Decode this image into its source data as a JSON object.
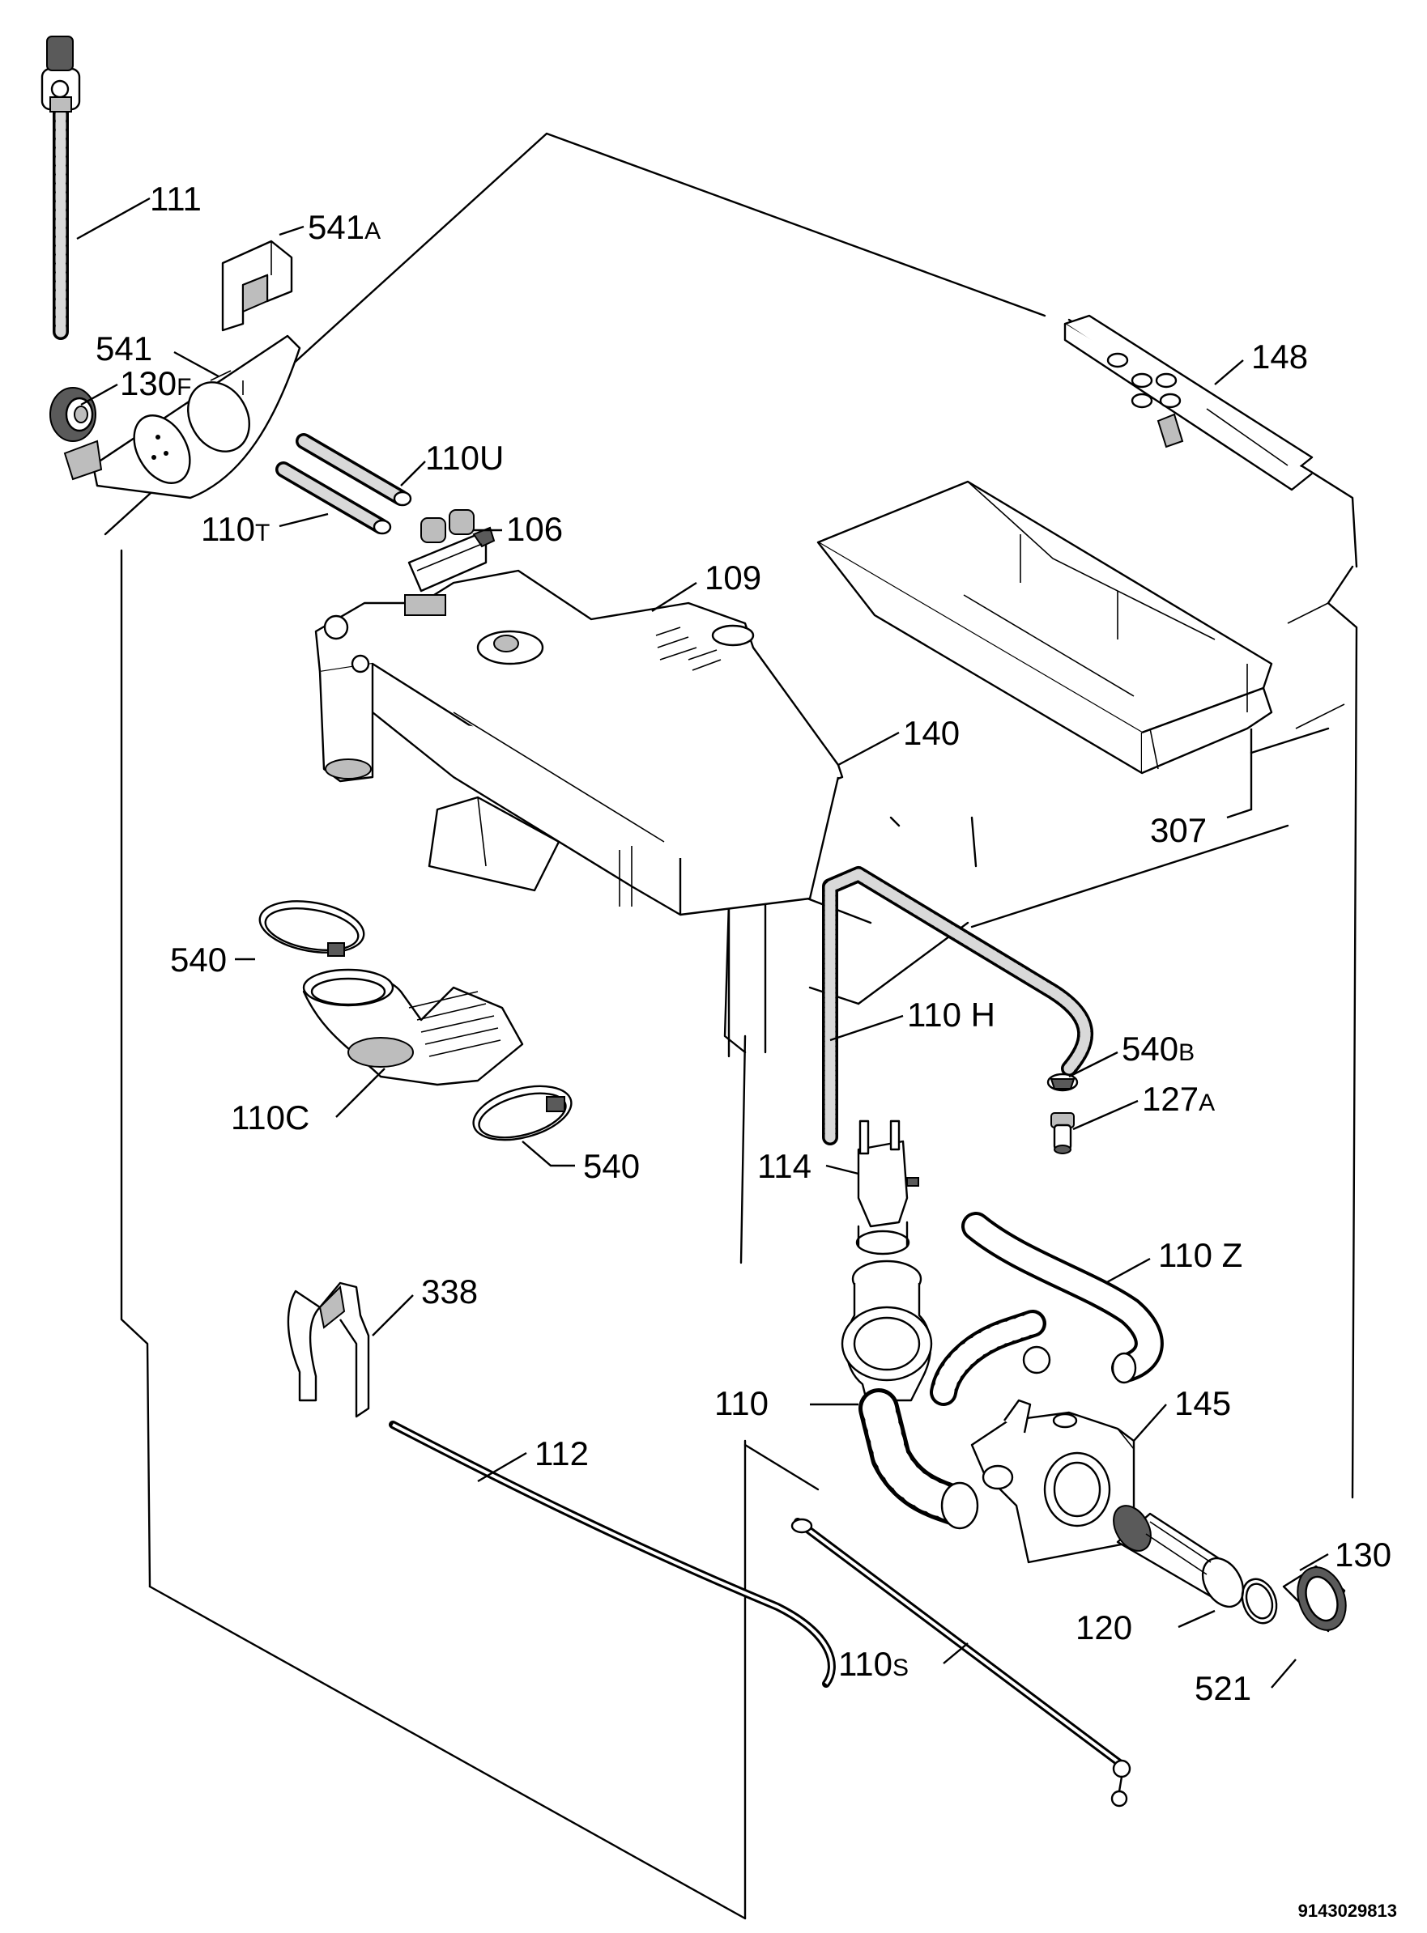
{
  "document_number": "9143029813",
  "callouts": [
    {
      "id": "111",
      "main": "111",
      "sub": ""
    },
    {
      "id": "541A",
      "main": "541",
      "sub": "A"
    },
    {
      "id": "541",
      "main": "541",
      "sub": ""
    },
    {
      "id": "130F",
      "main": "130",
      "sub": "F"
    },
    {
      "id": "110U",
      "main": "110U",
      "sub": ""
    },
    {
      "id": "110T",
      "main": "110",
      "sub": "T"
    },
    {
      "id": "106",
      "main": "106",
      "sub": ""
    },
    {
      "id": "109",
      "main": "109",
      "sub": ""
    },
    {
      "id": "148",
      "main": "148",
      "sub": ""
    },
    {
      "id": "140",
      "main": "140",
      "sub": ""
    },
    {
      "id": "307",
      "main": "307",
      "sub": ""
    },
    {
      "id": "540a",
      "main": "540",
      "sub": ""
    },
    {
      "id": "110H",
      "main": "110 H",
      "sub": ""
    },
    {
      "id": "540B",
      "main": "540",
      "sub": "B"
    },
    {
      "id": "127A",
      "main": "127",
      "sub": "A"
    },
    {
      "id": "110C",
      "main": "110C",
      "sub": ""
    },
    {
      "id": "540b",
      "main": "540",
      "sub": ""
    },
    {
      "id": "114",
      "main": "114",
      "sub": ""
    },
    {
      "id": "110Z",
      "main": "110 Z",
      "sub": ""
    },
    {
      "id": "338",
      "main": "338",
      "sub": ""
    },
    {
      "id": "110",
      "main": "110",
      "sub": ""
    },
    {
      "id": "145",
      "main": "145",
      "sub": ""
    },
    {
      "id": "112",
      "main": "112",
      "sub": ""
    },
    {
      "id": "130",
      "main": "130",
      "sub": ""
    },
    {
      "id": "120",
      "main": "120",
      "sub": ""
    },
    {
      "id": "110S",
      "main": "110",
      "sub": "S"
    },
    {
      "id": "521",
      "main": "521",
      "sub": ""
    }
  ]
}
